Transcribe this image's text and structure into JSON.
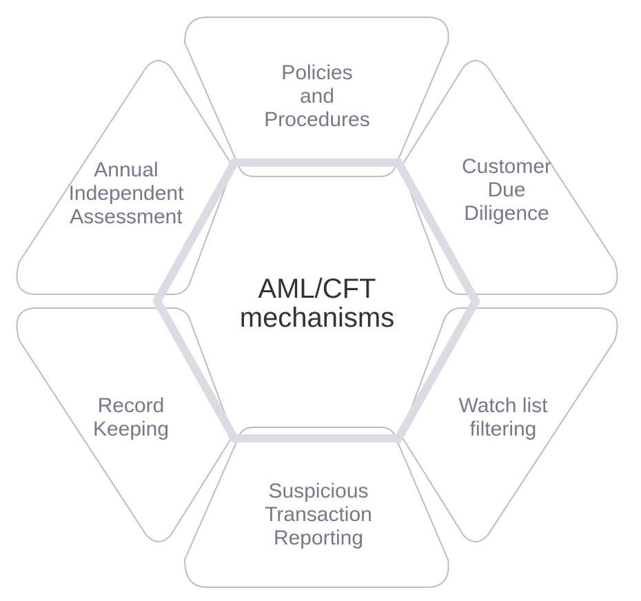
{
  "center": {
    "title": "AML/CFT\nmechanisms"
  },
  "segments": [
    {
      "label": "Policies\nand\nProcedures"
    },
    {
      "label": "Customer\nDue\nDiligence"
    },
    {
      "label": "Watch list\nfiltering"
    },
    {
      "label": "Suspicious\nTransaction\nReporting"
    },
    {
      "label": "Record\nKeeping"
    },
    {
      "label": "Annual\nIndependent\nAssessment"
    }
  ],
  "colors": {
    "hexagon": "#dcdae3",
    "outline": "#bdbdbd",
    "label": "#7b7590",
    "center": "#333333"
  }
}
